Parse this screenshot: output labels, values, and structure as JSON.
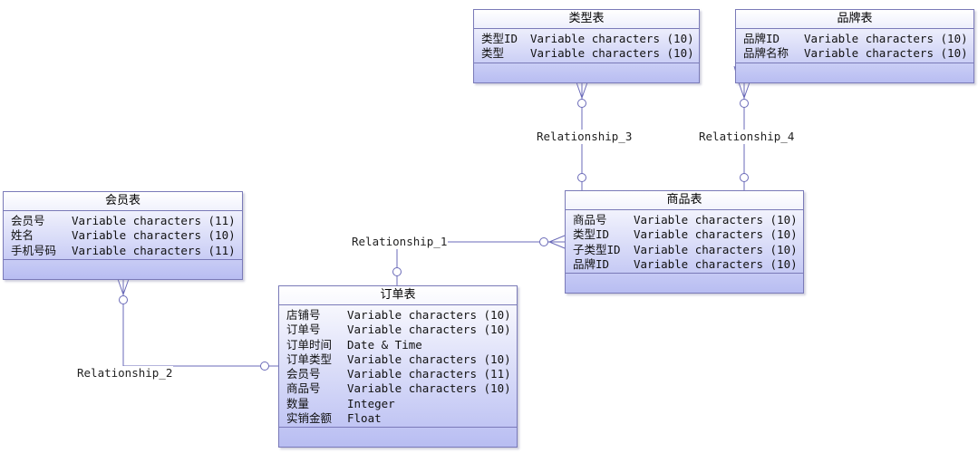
{
  "entities": {
    "type": {
      "title": "类型表",
      "attributes": [
        {
          "name": "类型ID",
          "type": "Variable characters (10)"
        },
        {
          "name": "类型",
          "type": "Variable characters (10)"
        }
      ]
    },
    "brand": {
      "title": "品牌表",
      "attributes": [
        {
          "name": "品牌ID",
          "type": "Variable characters (10)"
        },
        {
          "name": "品牌名称",
          "type": "Variable characters (10)"
        }
      ]
    },
    "member": {
      "title": "会员表",
      "attributes": [
        {
          "name": "会员号",
          "type": "Variable characters (11)"
        },
        {
          "name": "姓名",
          "type": "Variable characters (10)"
        },
        {
          "name": "手机号码",
          "type": "Variable characters (11)"
        }
      ]
    },
    "product": {
      "title": "商品表",
      "attributes": [
        {
          "name": "商品号",
          "type": "Variable characters (10)"
        },
        {
          "name": "类型ID",
          "type": "Variable characters (10)"
        },
        {
          "name": "子类型ID",
          "type": "Variable characters (10)"
        },
        {
          "name": "品牌ID",
          "type": "Variable characters (10)"
        }
      ]
    },
    "order": {
      "title": "订单表",
      "attributes": [
        {
          "name": "店铺号",
          "type": "Variable characters (10)"
        },
        {
          "name": "订单号",
          "type": "Variable characters (10)"
        },
        {
          "name": "订单时间",
          "type": "Date & Time"
        },
        {
          "name": "订单类型",
          "type": "Variable characters (10)"
        },
        {
          "name": "会员号",
          "type": "Variable characters (11)"
        },
        {
          "name": "商品号",
          "type": "Variable characters (10)"
        },
        {
          "name": "数量",
          "type": "Integer"
        },
        {
          "name": "实销金额",
          "type": "Float"
        }
      ]
    }
  },
  "relationships": {
    "r1": "Relationship_1",
    "r2": "Relationship_2",
    "r3": "Relationship_3",
    "r4": "Relationship_4"
  },
  "colors": {
    "line": "#6a6ab8",
    "entity_border": "#7a7ab8",
    "entity_fill_top": "#ffffff",
    "entity_fill_bottom": "#b8bdf2"
  }
}
